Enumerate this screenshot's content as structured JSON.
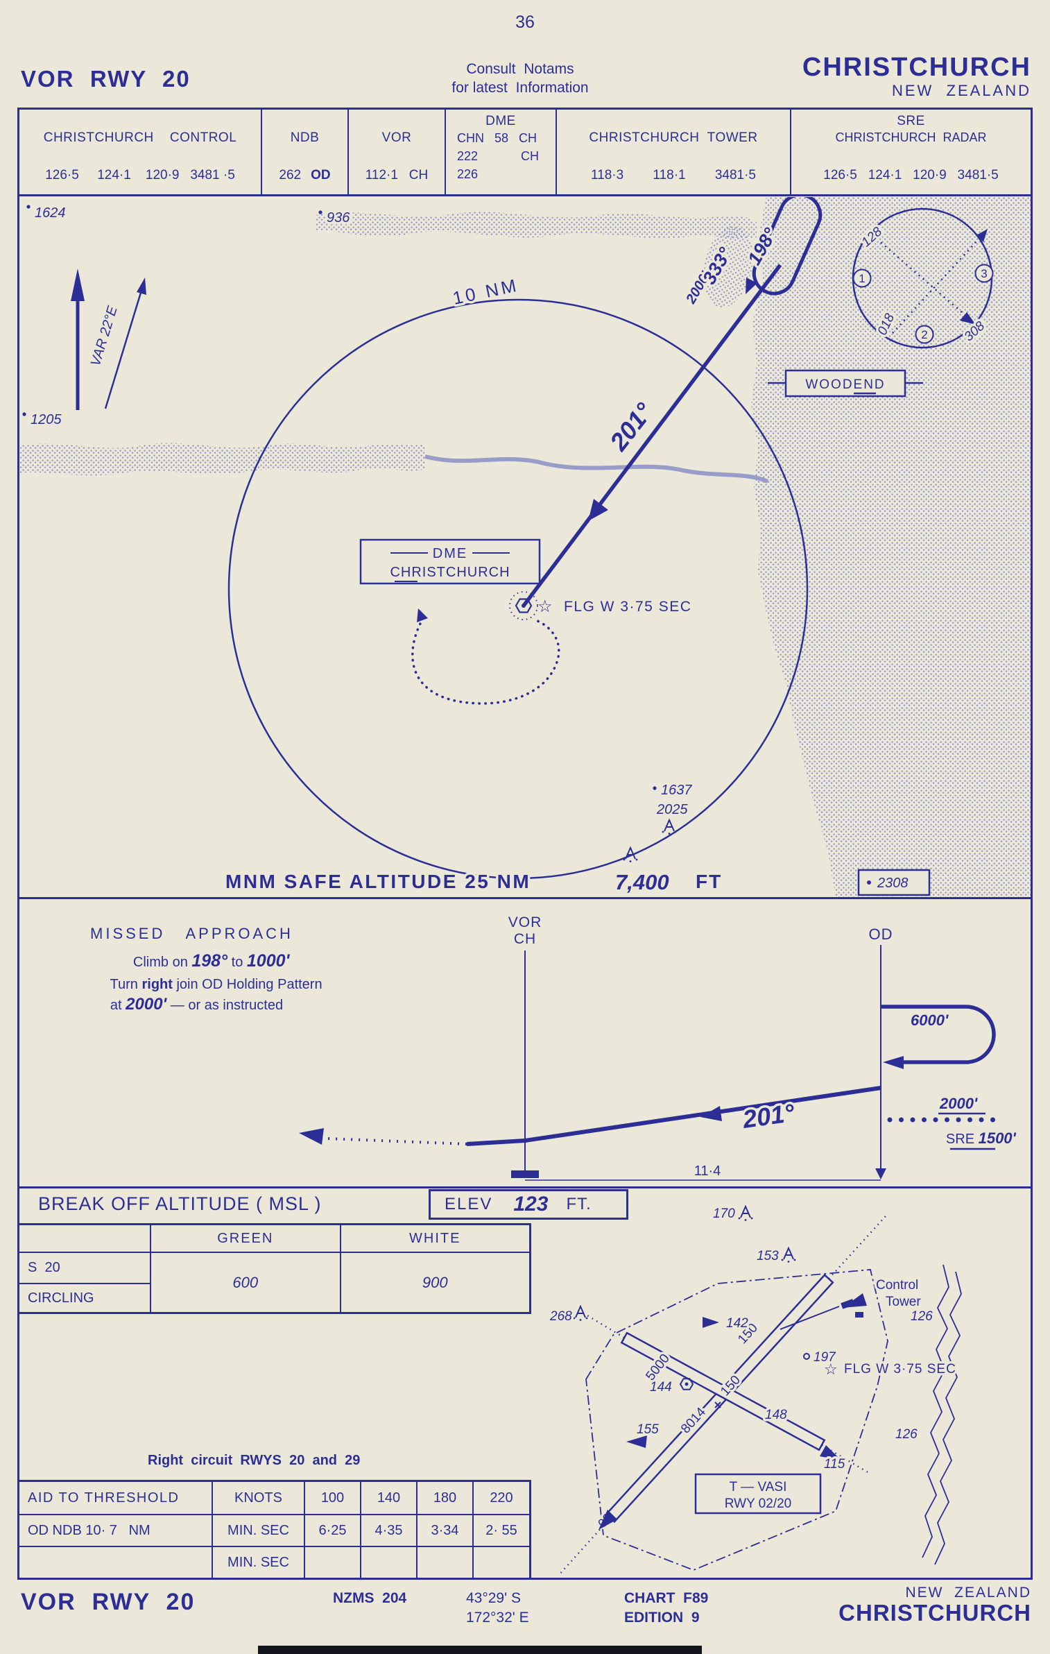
{
  "page_number": "36",
  "icons": {
    "star": "☆"
  },
  "header": {
    "procedure": "VOR  RWY  20",
    "notice1": "Consult  Notams",
    "notice2": "for latest  Information",
    "city": "CHRISTCHURCH",
    "country": "NEW  ZEALAND"
  },
  "freq": {
    "control_title": "CHRISTCHURCH    CONTROL",
    "control_values": "126·5     124·1    120·9   3481 ·5",
    "ndb_title": "NDB",
    "ndb_v1": "262",
    "ndb_v2": "OD",
    "vor_title": "VOR",
    "vor_values": "112·1   CH",
    "dme_title": "DME",
    "dme_row1": "CHN   58   CH",
    "dme_row2a": "222",
    "dme_row2b": "CH",
    "dme_row3": "226",
    "tower_title": "CHRISTCHURCH  TOWER",
    "tower_values": "118·3        118·1        3481·5",
    "sre_title": "SRE",
    "sre_subtitle": "CHRISTCHURCH  RADAR",
    "sre_values": "126·5   124·1   120·9   3481·5"
  },
  "plan": {
    "spot_1624": "1624",
    "spot_936": "936",
    "spot_1205": "1205",
    "spot_1637": "1637",
    "spot_2025": "2025",
    "spot_2308": "2308",
    "range_ring": "10 NM",
    "variation": "VAR 22°E",
    "track": "201°",
    "hold_alt": "2000'",
    "hold_out": "333°",
    "hold_in": "198°",
    "woodend": "WOODEND",
    "dme_line1": "DME",
    "dme_line2": "CHRISTCHURCH",
    "vor_flag": "FLG W 3·75 SEC",
    "mnm_label": "MNM SAFE ALTITUDE 25 NM",
    "mnm_value": "7,400",
    "mnm_unit": "FT",
    "sector": {
      "b1": "128",
      "b2": "308",
      "b3": "018",
      "n1": "1",
      "n2": "2",
      "n3": "3"
    }
  },
  "profile": {
    "missed_title": "MISSED   APPROACH",
    "ma1a": "Climb on ",
    "ma1b": "198°",
    "ma1c": " to ",
    "ma1d": "1000'",
    "ma2a": "Turn ",
    "ma2b": "right",
    "ma2c": " join OD Holding Pattern",
    "ma3a": "at ",
    "ma3b": "2000'",
    "ma3c": " — or as instructed",
    "fix1a": "VOR",
    "fix1b": "CH",
    "fix2": "OD",
    "alt_top": "6000'",
    "track": "201°",
    "alt_mid": "2000'",
    "sre_label": "SRE ",
    "sre_value": "1500'",
    "dist": "11·4"
  },
  "breakoff": {
    "title": "BREAK OFF ALTITUDE ( MSL )",
    "elev_label": "ELEV",
    "elev_value": "123",
    "elev_unit": "FT.",
    "green": "GREEN",
    "white": "WHITE",
    "row1": "S  20",
    "row2": "CIRCLING",
    "green_value": "600",
    "white_value": "900"
  },
  "airport": {
    "e170": "170",
    "e153": "153",
    "e268": "268",
    "e142": "142",
    "e144": "144",
    "e148": "148",
    "e155": "155",
    "e197": "197",
    "e115": "115",
    "e126a": "126",
    "e126b": "126",
    "main_len": "8014",
    "main_wid": "150",
    "sec_len": "5000",
    "sec_wid": "150",
    "designator": "02",
    "ct1": "Control",
    "ct2": "Tower",
    "flag": "FLG W 3·75 SEC",
    "tvasi1": "T — VASI",
    "tvasi2": "RWY 02/20"
  },
  "circuit_note": "Right  circuit  RWYS  20  and  29",
  "aid": {
    "h1": "AID TO THRESHOLD",
    "h2": "KNOTS",
    "s1": "100",
    "s2": "140",
    "s3": "180",
    "s4": "220",
    "r1c1": "OD NDB 10· 7   NM",
    "r1c2": "MIN. SEC",
    "r1v1": "6·25",
    "r1v2": "4·35",
    "r1v3": "3·34",
    "r1v4": "2· 55",
    "r2c2": "MIN. SEC"
  },
  "footer": {
    "procedure": "VOR  RWY  20",
    "series": "NZMS  204",
    "lat": "43°29' S",
    "lon": "172°32' E",
    "chart": "CHART  F89",
    "edition": "EDITION  9",
    "country": "NEW  ZEALAND",
    "city": "CHRISTCHURCH"
  }
}
